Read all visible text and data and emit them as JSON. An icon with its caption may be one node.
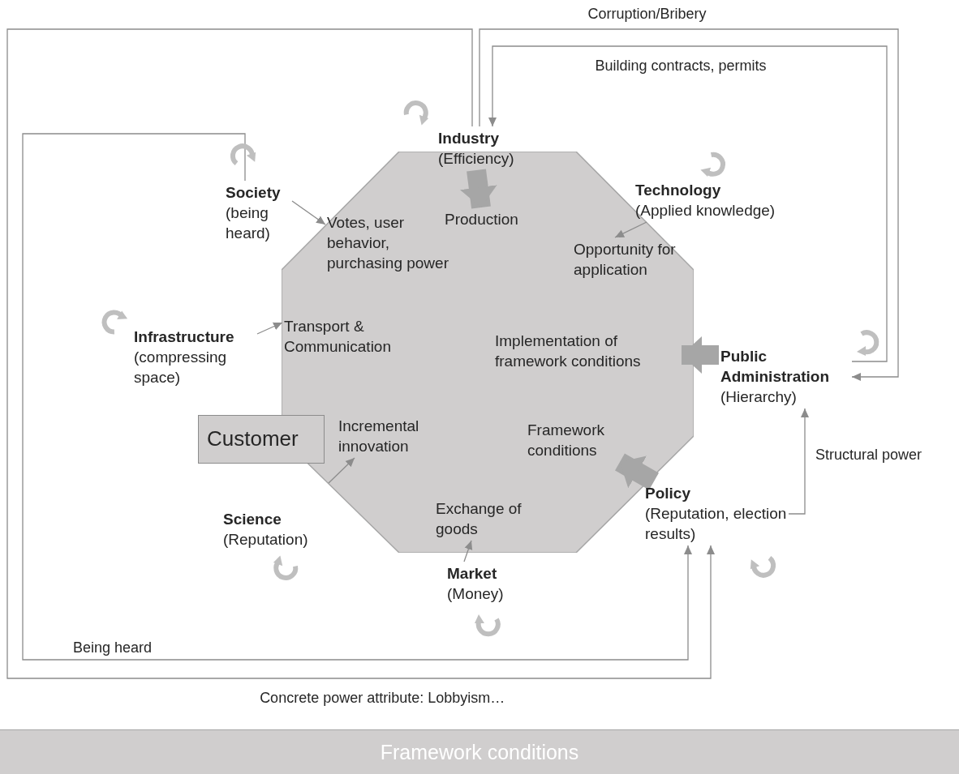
{
  "diagram": {
    "nodes": [
      {
        "text": [
          "Industry",
          "(Efficiency)"
        ]
      },
      {
        "text": [
          "Technology",
          "(Applied knowledge)"
        ]
      },
      {
        "text": [
          "Society",
          "(being heard)"
        ]
      },
      {
        "text": [],
        "shape": "octagon"
      },
      {
        "text": [
          "Production"
        ],
        "in": 3
      },
      {
        "text": [
          "Votes, user behavior, purchasing power"
        ],
        "in": 3
      },
      {
        "text": [
          "Opportunity for application"
        ],
        "in": 3
      },
      {
        "text": [
          "Transport & Communication"
        ],
        "in": 3
      },
      {
        "text": [
          "Implementation of framework conditions"
        ],
        "in": 3
      },
      {
        "text": [
          "Incremental innovation"
        ],
        "in": 3
      },
      {
        "text": [
          "Framework conditions"
        ],
        "in": 3
      },
      {
        "text": [
          "Exchange of goods"
        ],
        "in": 3
      },
      {
        "text": [
          "Infrastructure",
          "(compressing space)"
        ]
      },
      {
        "text": [
          "Public Administration",
          "(Hierarchy)"
        ]
      },
      {
        "text": [
          "Customer"
        ]
      },
      {
        "text": [
          "Science",
          "(Reputation)"
        ]
      },
      {
        "text": [
          "Policy",
          "(Reputation, election results)"
        ]
      },
      {
        "text": [
          "Market",
          "(Money)"
        ]
      },
      {
        "text": [
          "Framework conditions"
        ]
      }
    ],
    "edges": [
      {
        "from": 0,
        "to": 13,
        "arrow": "to",
        "label": "Corruption/Bribery"
      },
      {
        "from": 13,
        "to": 0,
        "arrow": "to",
        "label": "Building contracts, permits"
      },
      {
        "from": 2,
        "to": 16,
        "arrow": "to",
        "label": "Being heard"
      },
      {
        "from": 0,
        "to": 16,
        "arrow": "to",
        "label": "Concrete power attribute: Lobbyism…"
      },
      {
        "from": 16,
        "to": 13,
        "arrow": "to",
        "label": "Structural power"
      },
      {
        "from": 0,
        "to": 4,
        "arrow": "to",
        "style": "thick"
      },
      {
        "from": 2,
        "to": 5,
        "arrow": "to"
      },
      {
        "from": 1,
        "to": 6,
        "arrow": "to"
      },
      {
        "from": 12,
        "to": 7,
        "arrow": "to"
      },
      {
        "from": 13,
        "to": 8,
        "arrow": "to",
        "style": "thick"
      },
      {
        "from": null,
        "to": 9,
        "arrow": "to"
      },
      {
        "from": 16,
        "to": 10,
        "arrow": "to",
        "style": "thick"
      },
      {
        "from": 17,
        "to": 11,
        "arrow": "to"
      }
    ]
  }
}
